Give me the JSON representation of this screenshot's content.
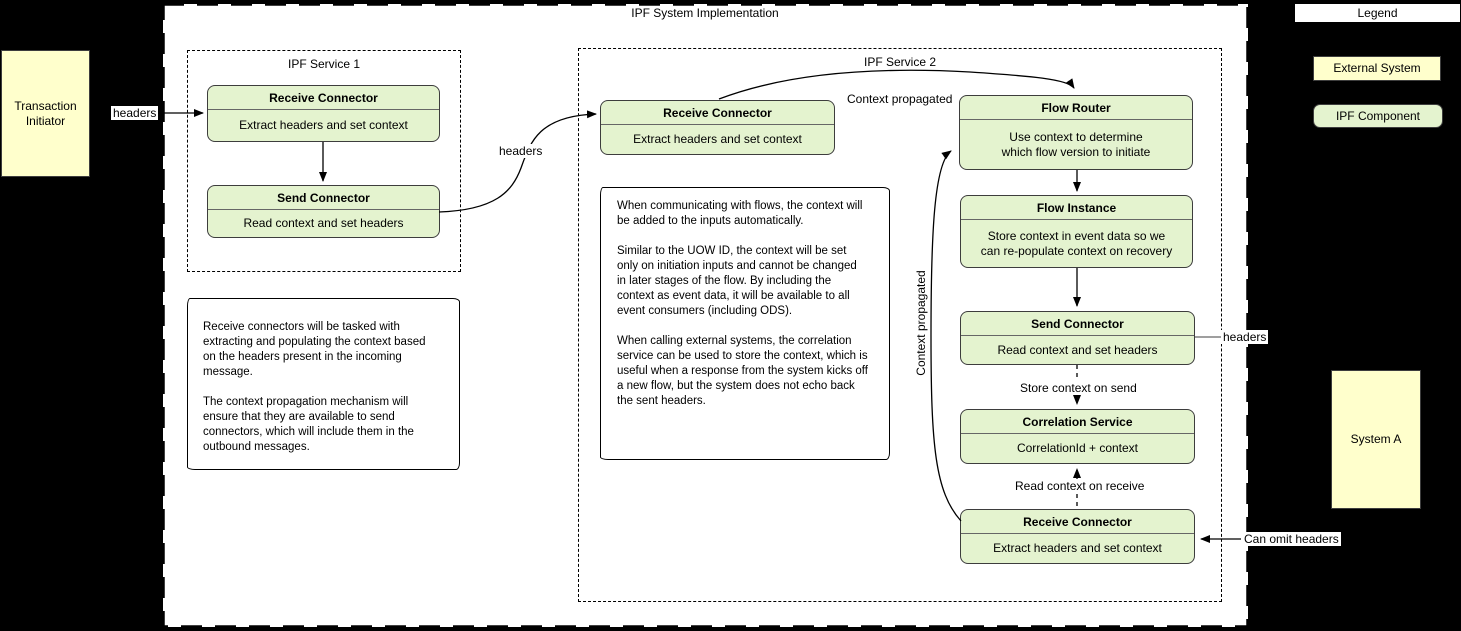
{
  "title": "IPF System Implementation",
  "colors": {
    "bg": "#000000",
    "surface": "#ffffff",
    "comp-fill": "#e4f3cf",
    "comp-stroke": "#3d3d3d",
    "ext-fill": "#ffffcc",
    "line": "#000000",
    "divider": "#666666",
    "gray-line": "#666666"
  },
  "external": {
    "transaction_initiator": "Transaction\nInitiator",
    "system_a": "System A"
  },
  "legend": {
    "title": "Legend",
    "external_system": "External System",
    "ipf_component": "IPF Component"
  },
  "service1": {
    "title": "IPF Service 1",
    "receive_title": "Receive Connector",
    "receive_body": "Extract headers and set context",
    "send_title": "Send Connector",
    "send_body": "Read context and set headers",
    "note": "Receive connectors will be tasked with\nextracting and populating the context based\non the headers present in the incoming\nmessage.\n\nThe context propagation mechanism will\nensure that they are available to send\nconnectors, which will include them in the\noutbound messages."
  },
  "service2": {
    "title": "IPF Service 2",
    "receive_title": "Receive Connector",
    "receive_body": "Extract headers and set context",
    "flow_router_title": "Flow Router",
    "flow_router_body": "Use context to determine\nwhich flow version to initiate",
    "flow_instance_title": "Flow Instance",
    "flow_instance_body": "Store context in event data so we\ncan re-populate context on recovery",
    "send_title": "Send Connector",
    "send_body": "Read context and set headers",
    "correlation_title": "Correlation Service",
    "correlation_body": "CorrelationId + context",
    "receive2_title": "Receive Connector",
    "receive2_body": "Extract headers and set context",
    "note": "When communicating with flows, the context will\nbe added to the inputs automatically.\n\nSimilar to the UOW ID, the context will be set\nonly on initiation inputs and cannot be changed\nin later stages of the flow. By including the\ncontext as event data, it will be available to all\nevent consumers (including ODS).\n\nWhen calling external systems, the correlation\nservice can be used to store the context, which is\nuseful when a response from the system kicks off\na new flow, but the system does not echo back\nthe sent headers."
  },
  "labels": {
    "headers_in": "headers",
    "headers_mid": "headers",
    "headers_out": "headers",
    "context_top": "Context propagated",
    "context_side": "Context propagated",
    "store_send": "Store context on send",
    "read_receive": "Read context on receive",
    "can_omit": "Can omit headers"
  }
}
